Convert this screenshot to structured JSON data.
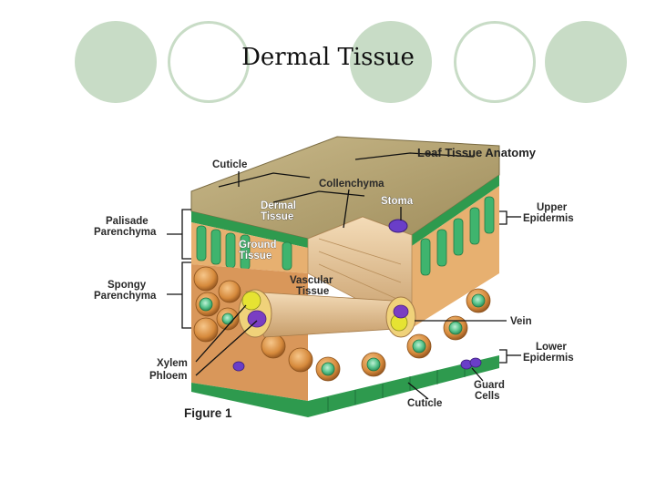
{
  "slide": {
    "title": "Dermal Tissue"
  },
  "figure": {
    "title": "Leaf Tissue Anatomy",
    "caption": "Figure 1",
    "labels": {
      "cuticle_top": "Cuticle",
      "collenchyma": "Collenchyma",
      "stoma": "Stoma",
      "dermal_tissue_1": "Dermal",
      "dermal_tissue_2": "Tissue",
      "ground_tissue_1": "Ground",
      "ground_tissue_2": "Tissue",
      "vascular_tissue_1": "Vascular",
      "vascular_tissue_2": "Tissue",
      "palisade_1": "Palisade",
      "palisade_2": "Parenchyma",
      "spongy_1": "Spongy",
      "spongy_2": "Parenchyma",
      "upper_epidermis_1": "Upper",
      "upper_epidermis_2": "Epidermis",
      "vein": "Vein",
      "lower_epidermis_1": "Lower",
      "lower_epidermis_2": "Epidermis",
      "xylem": "Xylem",
      "phloem": "Phloem",
      "cuticle_bottom": "Cuticle",
      "guard_cells_1": "Guard",
      "guard_cells_2": "Cells"
    }
  }
}
